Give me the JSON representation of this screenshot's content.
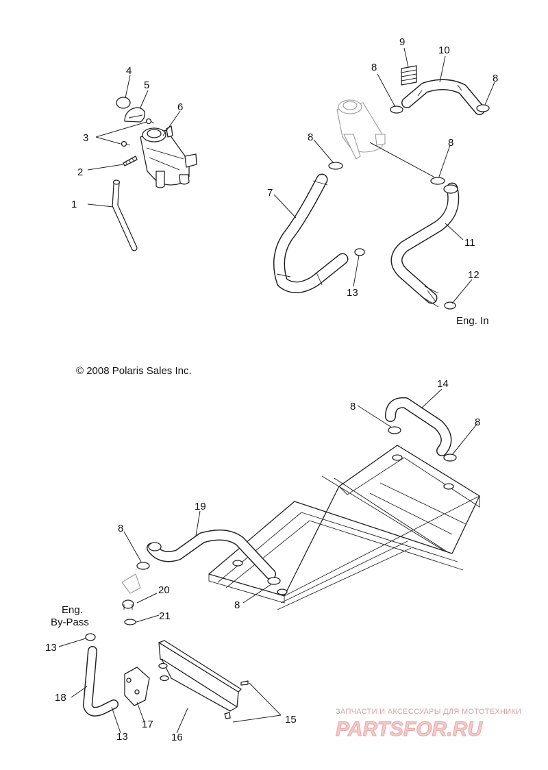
{
  "callouts": {
    "c1": "1",
    "c2": "2",
    "c3": "3",
    "c4": "4",
    "c5": "5",
    "c6": "6",
    "c7": "7",
    "c8a": "8",
    "c8b": "8",
    "c8c": "8",
    "c8d": "8",
    "c9": "9",
    "c10": "10",
    "c11": "11",
    "c12": "12",
    "c13a": "13",
    "c8e": "8",
    "c8f": "8",
    "c14": "14",
    "c19": "19",
    "c8g": "8",
    "c8h": "8",
    "c20": "20",
    "c21": "21",
    "c13b": "13",
    "c18": "18",
    "c13c": "13",
    "c17": "17",
    "c16": "16",
    "c15": "15"
  },
  "labels": {
    "eng_in": "Eng. In",
    "eng_bypass_line1": "Eng.",
    "eng_bypass_line2": "By-Pass"
  },
  "copyright": "© 2008 Polaris Sales Inc.",
  "watermark": {
    "tagline": "ЗАПЧАСТИ И АКСЕССУАРЫ ДЛЯ МОТОТЕХНИКИ",
    "brand": "PARTSFOR.RU",
    "color": "#e8a7a7"
  }
}
